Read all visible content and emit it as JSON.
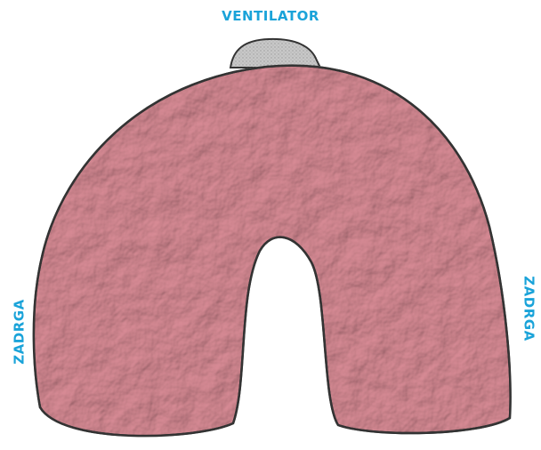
{
  "labels": {
    "top": "VENTILATOR",
    "left": "ZADRGA",
    "right": "ZADRGA"
  },
  "colors": {
    "label": "#1aa3d9",
    "body_fill": "#d98c96",
    "body_outline": "#333333",
    "valve_fill": "#c4c4c4"
  }
}
